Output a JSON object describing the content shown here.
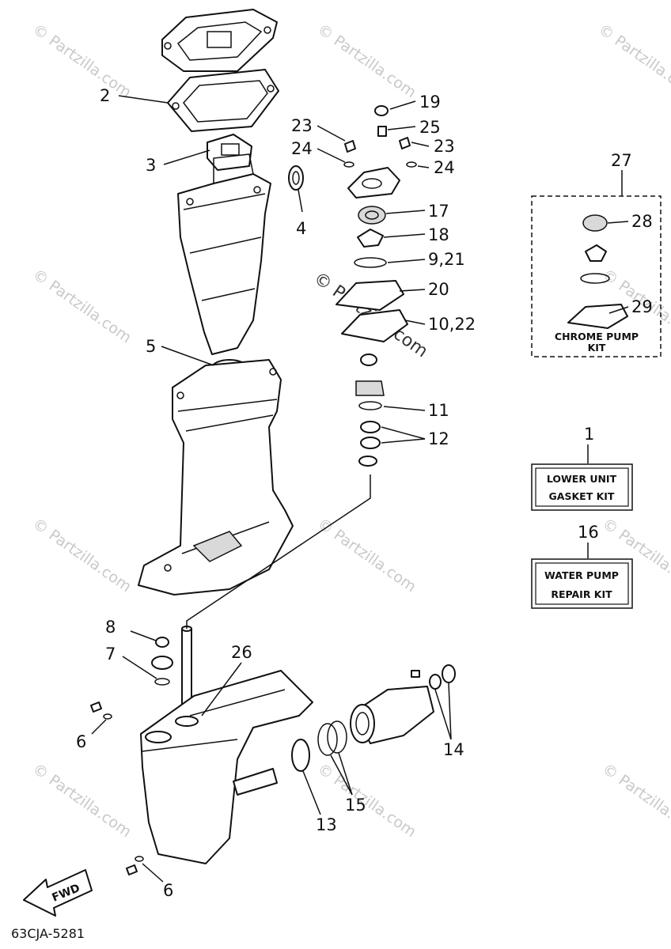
{
  "diagram_id": "63CJA-5281",
  "fwd_label": "FWD",
  "watermark": "© Partzilla.com",
  "kits": {
    "chrome_pump": {
      "number": "27",
      "line1": "CHROME PUMP",
      "line2": "KIT"
    },
    "lower_unit": {
      "number": "1",
      "line1": "LOWER UNIT",
      "line2": "GASKET KIT"
    },
    "water_pump": {
      "number": "16",
      "line1": "WATER PUMP",
      "line2": "REPAIR KIT"
    }
  },
  "callouts": {
    "c2": "2",
    "c3": "3",
    "c4": "4",
    "c5": "5",
    "c19": "19",
    "c23a": "23",
    "c25": "25",
    "c23b": "23",
    "c24a": "24",
    "c24b": "24",
    "c17": "17",
    "c18": "18",
    "c9_21": "9,21",
    "c20": "20",
    "c10_22": "10,22",
    "c11": "11",
    "c12": "12",
    "c28": "28",
    "c29": "29",
    "c8": "8",
    "c7": "7",
    "c26": "26",
    "c6a": "6",
    "c14": "14",
    "c15": "15",
    "c13": "13",
    "c6b": "6"
  }
}
